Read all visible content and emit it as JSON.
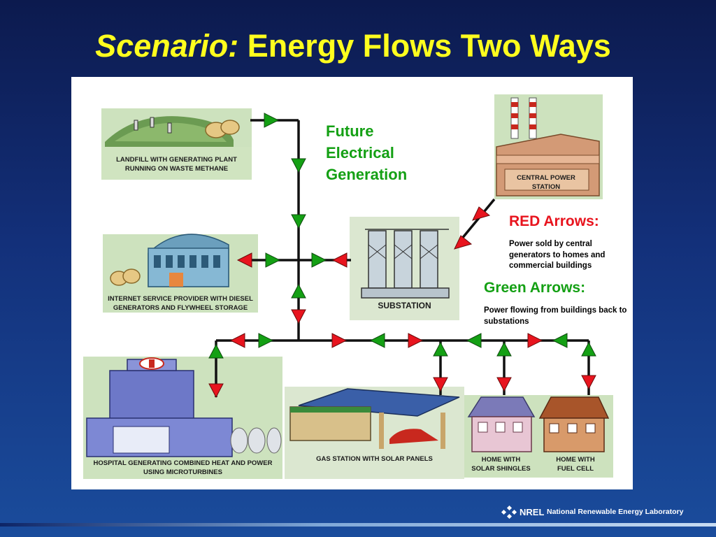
{
  "slide": {
    "title_italic": "Scenario:",
    "title_rest": " Energy Flows Two Ways"
  },
  "diagram": {
    "future_label": [
      "Future",
      "Electrical",
      "Generation"
    ],
    "red_heading": "RED Arrows:",
    "red_text": "Power sold by central generators to homes and commercial buildings",
    "green_heading": "Green Arrows:",
    "green_text": "Power flowing from buildings back to substations",
    "captions": {
      "landfill": [
        "LANDFILL WITH GENERATING PLANT",
        "RUNNING ON WASTE METHANE"
      ],
      "central_power": [
        "CENTRAL POWER",
        "STATION"
      ],
      "isp": [
        "INTERNET SERVICE PROVIDER WITH DIESEL",
        "GENERATORS AND FLYWHEEL STORAGE"
      ],
      "substation": [
        "SUBSTATION"
      ],
      "hospital": [
        "HOSPITAL GENERATING COMBINED HEAT AND POWER",
        "USING MICROTURBINES"
      ],
      "gas_station": [
        "GAS STATION WITH SOLAR PANELS"
      ],
      "home_solar": [
        "HOME WITH",
        "SOLAR SHINGLES"
      ],
      "home_fuel": [
        "HOME WITH",
        "FUEL CELL"
      ]
    },
    "colors": {
      "red_arrow": "#e8141e",
      "green_arrow": "#14a014",
      "line": "#111111"
    }
  },
  "footer": {
    "logo_text": "NREL",
    "lab_name": "National Renewable Energy Laboratory"
  }
}
